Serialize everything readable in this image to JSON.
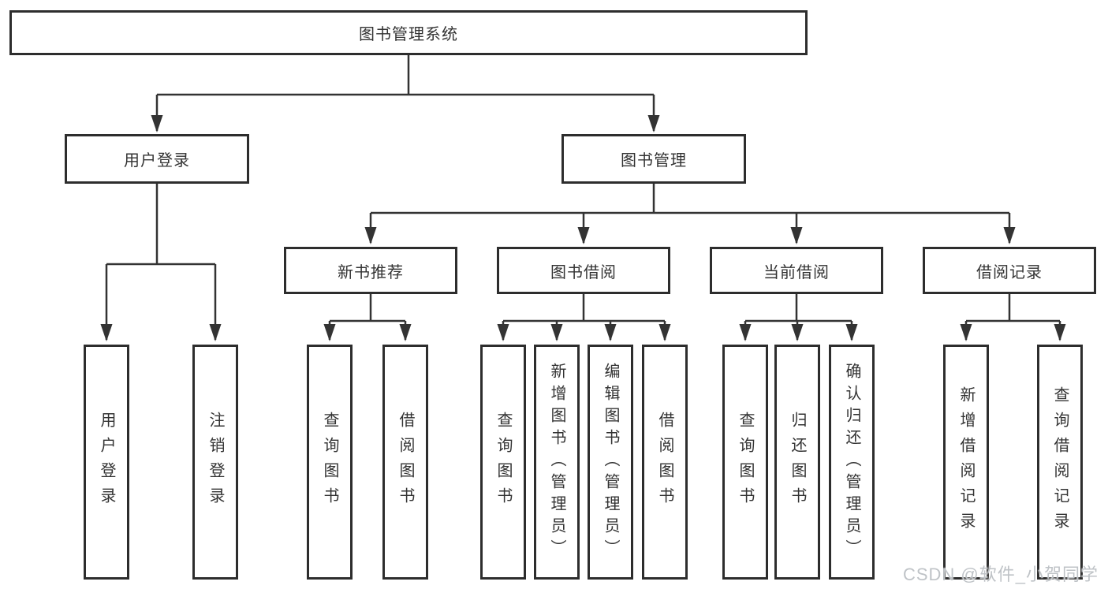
{
  "diagram": {
    "root": "图书管理系统",
    "level2": [
      "用户登录",
      "图书管理"
    ],
    "level3": [
      "新书推荐",
      "图书借阅",
      "当前借阅",
      "借阅记录"
    ],
    "leaves": {
      "user_login": [
        "用户登录",
        "注销登录"
      ],
      "new_book_rec": [
        "查询图书",
        "借阅图书"
      ],
      "book_borrow": [
        "查询图书",
        "新增图书（管理员）",
        "编辑图书（管理员）",
        "借阅图书"
      ],
      "current_borrow": [
        "查询图书",
        "归还图书",
        "确认归还（管理员）"
      ],
      "borrow_record": [
        "新增借阅记录",
        "查询借阅记录"
      ]
    }
  },
  "watermark": "CSDN @软件_小贺同学",
  "colors": {
    "line": "#333333",
    "border": "#2d2d2d",
    "text": "#333333",
    "watermark": "#bfc3c7",
    "background": "#ffffff"
  }
}
